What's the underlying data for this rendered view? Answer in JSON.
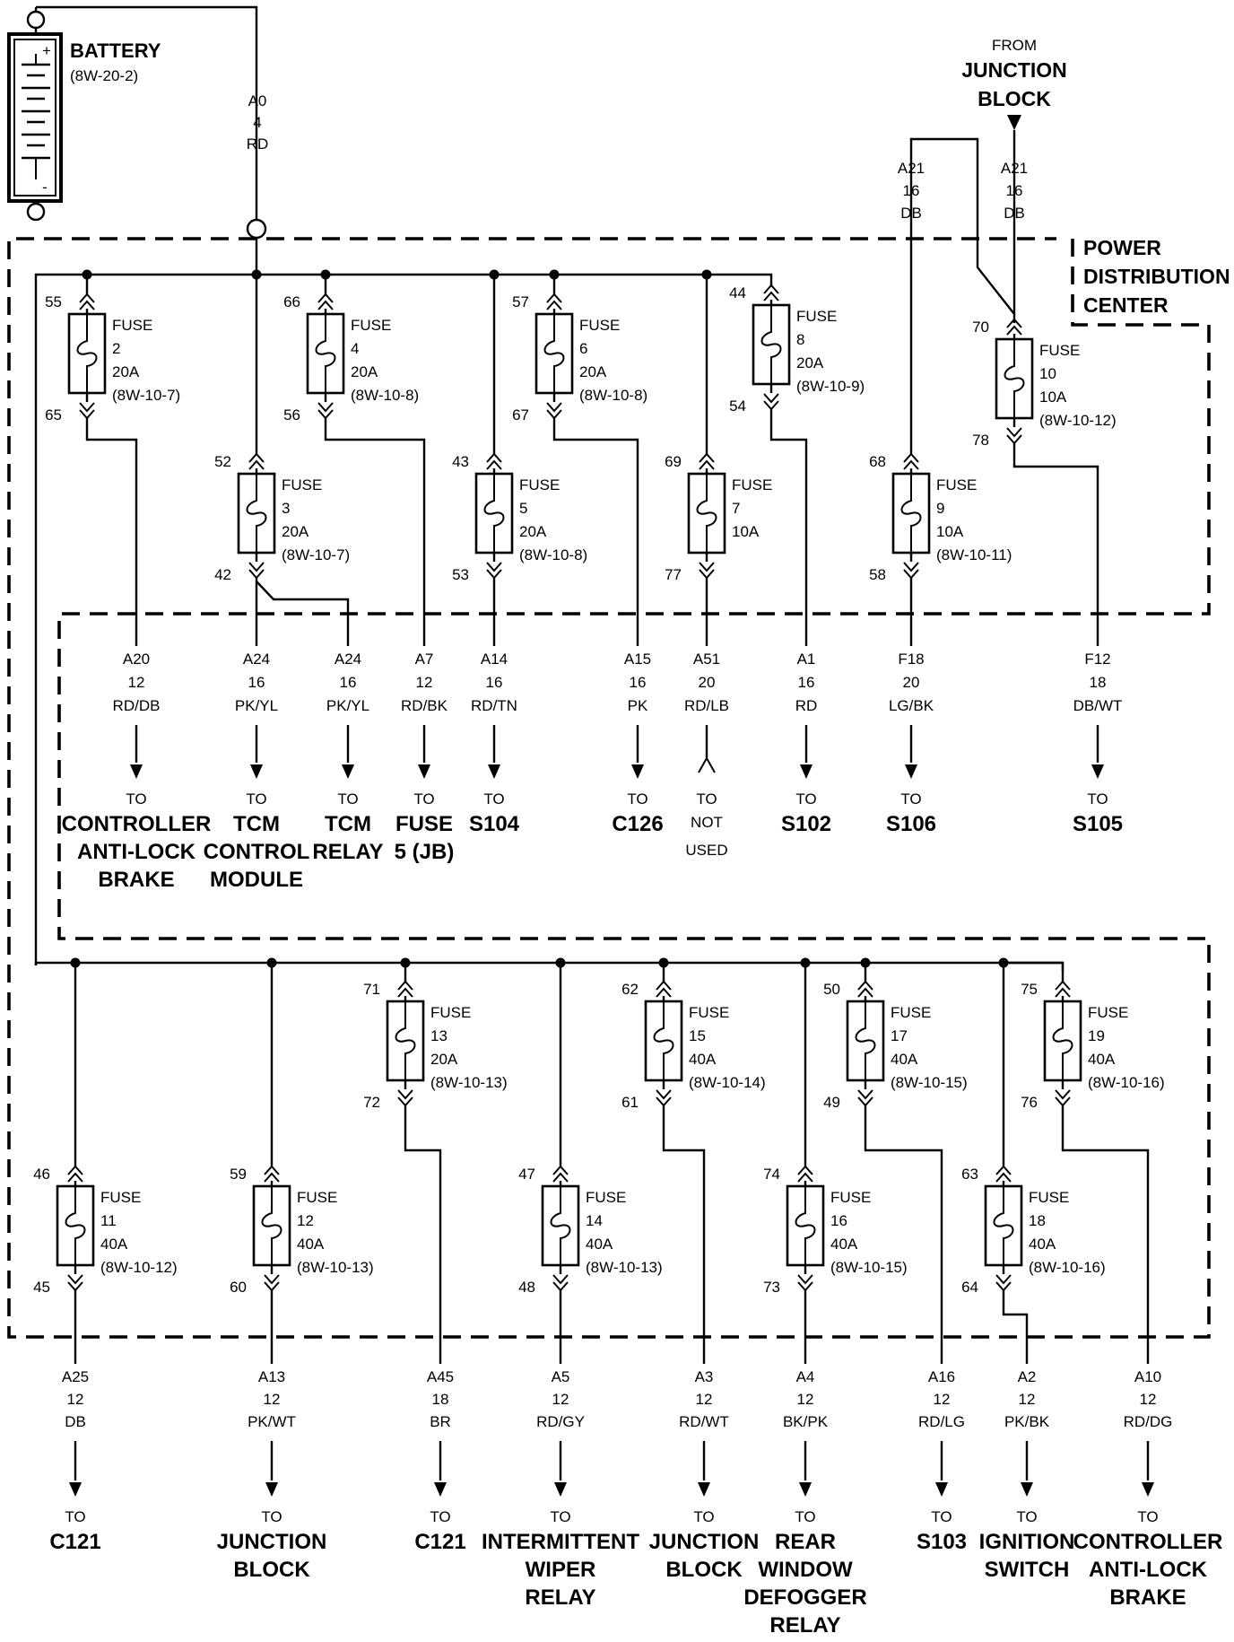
{
  "battery": {
    "label": "BATTERY",
    "ref": "(8W-20-2)",
    "plus": "+",
    "minus": "-"
  },
  "battery_wire": [
    "A0",
    "4",
    "RD"
  ],
  "from_junction": {
    "from": "FROM",
    "line1": "JUNCTION",
    "line2": "BLOCK"
  },
  "pdc": [
    "POWER",
    "DISTRIBUTION",
    "CENTER"
  ],
  "fuses": [
    {
      "id": "fuse-2",
      "top_pin": "55",
      "bottom_pin": "65",
      "lines": [
        "FUSE",
        "2",
        "20A",
        "(8W-10-7)"
      ]
    },
    {
      "id": "fuse-3",
      "top_pin": "52",
      "bottom_pin": "42",
      "lines": [
        "FUSE",
        "3",
        "20A",
        "(8W-10-7)"
      ]
    },
    {
      "id": "fuse-4",
      "top_pin": "66",
      "bottom_pin": "56",
      "lines": [
        "FUSE",
        "4",
        "20A",
        "(8W-10-8)"
      ]
    },
    {
      "id": "fuse-5",
      "top_pin": "43",
      "bottom_pin": "53",
      "lines": [
        "FUSE",
        "5",
        "20A",
        "(8W-10-8)"
      ]
    },
    {
      "id": "fuse-6",
      "top_pin": "57",
      "bottom_pin": "67",
      "lines": [
        "FUSE",
        "6",
        "20A",
        "(8W-10-8)"
      ]
    },
    {
      "id": "fuse-7",
      "top_pin": "69",
      "bottom_pin": "77",
      "lines": [
        "FUSE",
        "7",
        "10A"
      ]
    },
    {
      "id": "fuse-8",
      "top_pin": "44",
      "bottom_pin": "54",
      "lines": [
        "FUSE",
        "8",
        "20A",
        "(8W-10-9)"
      ]
    },
    {
      "id": "fuse-9",
      "top_pin": "68",
      "bottom_pin": "58",
      "lines": [
        "FUSE",
        "9",
        "10A",
        "(8W-10-11)"
      ]
    },
    {
      "id": "fuse-10",
      "top_pin": "70",
      "bottom_pin": "78",
      "lines": [
        "FUSE",
        "10",
        "10A",
        "(8W-10-12)"
      ]
    },
    {
      "id": "fuse-11",
      "top_pin": "46",
      "bottom_pin": "45",
      "lines": [
        "FUSE",
        "11",
        "40A",
        "(8W-10-12)"
      ]
    },
    {
      "id": "fuse-12",
      "top_pin": "59",
      "bottom_pin": "60",
      "lines": [
        "FUSE",
        "12",
        "40A",
        "(8W-10-13)"
      ]
    },
    {
      "id": "fuse-13",
      "top_pin": "71",
      "bottom_pin": "72",
      "lines": [
        "FUSE",
        "13",
        "20A",
        "(8W-10-13)"
      ]
    },
    {
      "id": "fuse-14",
      "top_pin": "47",
      "bottom_pin": "48",
      "lines": [
        "FUSE",
        "14",
        "40A",
        "(8W-10-13)"
      ]
    },
    {
      "id": "fuse-15",
      "top_pin": "62",
      "bottom_pin": "61",
      "lines": [
        "FUSE",
        "15",
        "40A",
        "(8W-10-14)"
      ]
    },
    {
      "id": "fuse-16",
      "top_pin": "74",
      "bottom_pin": "73",
      "lines": [
        "FUSE",
        "16",
        "40A",
        "(8W-10-15)"
      ]
    },
    {
      "id": "fuse-17",
      "top_pin": "50",
      "bottom_pin": "49",
      "lines": [
        "FUSE",
        "17",
        "40A",
        "(8W-10-15)"
      ]
    },
    {
      "id": "fuse-18",
      "top_pin": "63",
      "bottom_pin": "64",
      "lines": [
        "FUSE",
        "18",
        "40A",
        "(8W-10-16)"
      ]
    },
    {
      "id": "fuse-19",
      "top_pin": "75",
      "bottom_pin": "76",
      "lines": [
        "FUSE",
        "19",
        "40A",
        "(8W-10-16)"
      ]
    }
  ],
  "feed_wires": [
    {
      "id": "feed-a21-left",
      "lines": [
        "A21",
        "16",
        "DB"
      ]
    },
    {
      "id": "feed-a21-right",
      "lines": [
        "A21",
        "16",
        "DB"
      ]
    }
  ],
  "outputs_upper": [
    {
      "id": "out-a20",
      "wire": [
        "A20",
        "12",
        "RD/DB"
      ],
      "to": "TO",
      "dest": [
        "CONTROLLER",
        "ANTI-LOCK",
        "BRAKE"
      ]
    },
    {
      "id": "out-a24a",
      "wire": [
        "A24",
        "16",
        "PK/YL"
      ],
      "to": "TO",
      "dest": [
        "TCM",
        "CONTROL",
        "MODULE"
      ]
    },
    {
      "id": "out-a24b",
      "wire": [
        "A24",
        "16",
        "PK/YL"
      ],
      "to": "TO",
      "dest": [
        "TCM",
        "RELAY"
      ]
    },
    {
      "id": "out-a7",
      "wire": [
        "A7",
        "12",
        "RD/BK"
      ],
      "to": "TO",
      "dest": [
        "FUSE",
        "5 (JB)"
      ]
    },
    {
      "id": "out-a14",
      "wire": [
        "A14",
        "16",
        "RD/TN"
      ],
      "to": "TO",
      "dest": [
        "S104"
      ]
    },
    {
      "id": "out-a15",
      "wire": [
        "A15",
        "16",
        "PK"
      ],
      "to": "TO",
      "dest": [
        "C126"
      ]
    },
    {
      "id": "out-a51",
      "wire": [
        "A51",
        "20",
        "RD/LB"
      ],
      "to": "TO",
      "dest": [
        "NOT",
        "USED"
      ]
    },
    {
      "id": "out-a1",
      "wire": [
        "A1",
        "16",
        "RD"
      ],
      "to": "TO",
      "dest": [
        "S102"
      ]
    },
    {
      "id": "out-f18",
      "wire": [
        "F18",
        "20",
        "LG/BK"
      ],
      "to": "TO",
      "dest": [
        "S106"
      ]
    },
    {
      "id": "out-f12",
      "wire": [
        "F12",
        "18",
        "DB/WT"
      ],
      "to": "TO",
      "dest": [
        "S105"
      ]
    }
  ],
  "outputs_lower": [
    {
      "id": "out-a25",
      "wire": [
        "A25",
        "12",
        "DB"
      ],
      "to": "TO",
      "dest": [
        "C121"
      ]
    },
    {
      "id": "out-a13",
      "wire": [
        "A13",
        "12",
        "PK/WT"
      ],
      "to": "TO",
      "dest": [
        "JUNCTION",
        "BLOCK"
      ]
    },
    {
      "id": "out-a45",
      "wire": [
        "A45",
        "18",
        "BR"
      ],
      "to": "TO",
      "dest": [
        "C121"
      ]
    },
    {
      "id": "out-a5",
      "wire": [
        "A5",
        "12",
        "RD/GY"
      ],
      "to": "TO",
      "dest": [
        "INTERMITTENT",
        "WIPER",
        "RELAY"
      ]
    },
    {
      "id": "out-a3",
      "wire": [
        "A3",
        "12",
        "RD/WT"
      ],
      "to": "TO",
      "dest": [
        "JUNCTION",
        "BLOCK"
      ]
    },
    {
      "id": "out-a4",
      "wire": [
        "A4",
        "12",
        "BK/PK"
      ],
      "to": "TO",
      "dest": [
        "REAR",
        "WINDOW",
        "DEFOGGER",
        "RELAY"
      ]
    },
    {
      "id": "out-a16",
      "wire": [
        "A16",
        "12",
        "RD/LG"
      ],
      "to": "TO",
      "dest": [
        "S103"
      ]
    },
    {
      "id": "out-a2",
      "wire": [
        "A2",
        "12",
        "PK/BK"
      ],
      "to": "TO",
      "dest": [
        "IGNITION",
        "SWITCH"
      ]
    },
    {
      "id": "out-a10",
      "wire": [
        "A10",
        "12",
        "RD/DG"
      ],
      "to": "TO",
      "dest": [
        "CONTROLLER",
        "ANTI-LOCK",
        "BRAKE"
      ]
    }
  ]
}
